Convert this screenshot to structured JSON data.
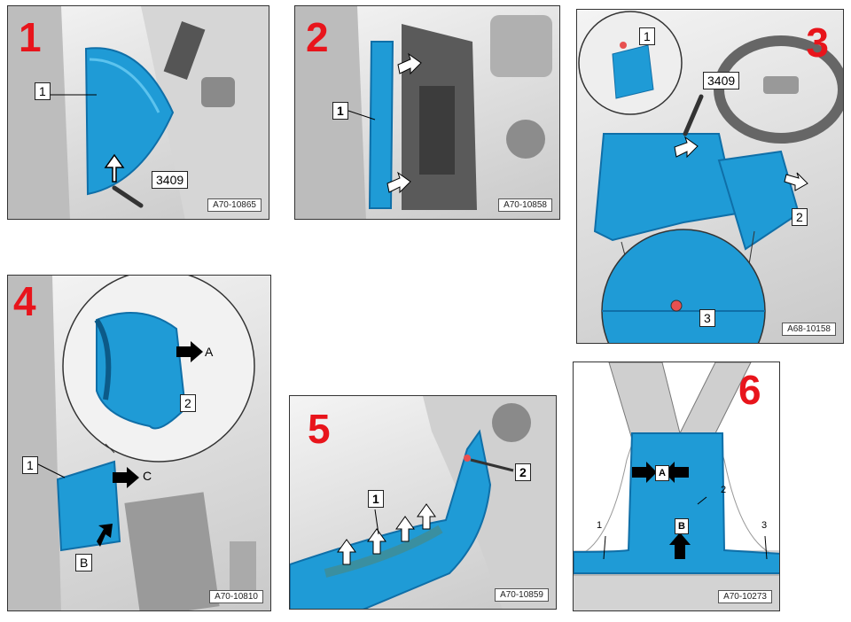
{
  "panels": [
    {
      "step": "1",
      "code": "A70-10865",
      "callouts": [
        "1"
      ],
      "tool": "3409"
    },
    {
      "step": "2",
      "code": "A70-10858",
      "callouts": [
        "1"
      ]
    },
    {
      "step": "3",
      "code": "A68-10158",
      "callouts": [
        "1",
        "2",
        "3"
      ],
      "tool": "3409"
    },
    {
      "step": "4",
      "code": "A70-10810",
      "callouts": [
        "1",
        "2"
      ],
      "letters": [
        "A",
        "B",
        "C"
      ]
    },
    {
      "step": "5",
      "code": "A70-10859",
      "callouts": [
        "1",
        "2"
      ]
    },
    {
      "step": "6",
      "code": "A70-10273",
      "callouts": [
        "1",
        "2",
        "3"
      ],
      "letters": [
        "A",
        "B"
      ]
    }
  ],
  "colors": {
    "trim_blue": "#1f9bd6",
    "trim_blue_dark": "#0f6fa8",
    "step_red": "#e8141b",
    "metal_grey": "#cfcfcf"
  }
}
